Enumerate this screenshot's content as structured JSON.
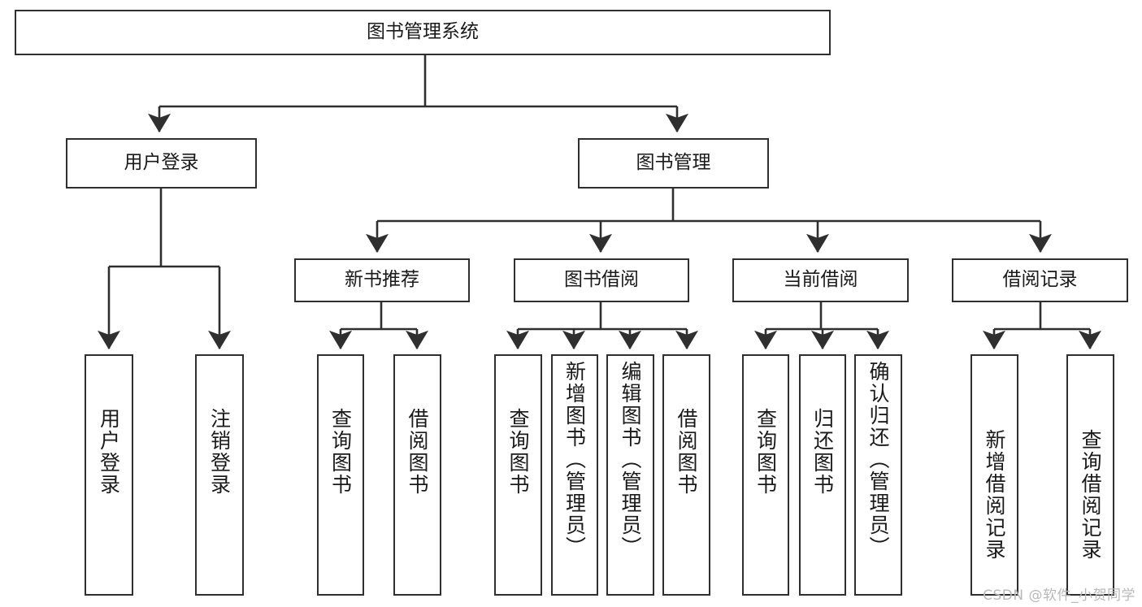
{
  "diagram": {
    "type": "tree-hierarchy",
    "title": "图书管理系统",
    "levels": 4,
    "root": {
      "id": "root",
      "label": "图书管理系统",
      "orientation": "horizontal"
    },
    "level2": [
      {
        "id": "user-login",
        "label": "用户登录",
        "orientation": "horizontal"
      },
      {
        "id": "book-management",
        "label": "图书管理",
        "orientation": "horizontal"
      }
    ],
    "level3": [
      {
        "id": "new-book-recommend",
        "label": "新书推荐",
        "orientation": "horizontal",
        "parent": "book-management"
      },
      {
        "id": "book-borrow",
        "label": "图书借阅",
        "orientation": "horizontal",
        "parent": "book-management"
      },
      {
        "id": "current-borrow",
        "label": "当前借阅",
        "orientation": "horizontal",
        "parent": "book-management"
      },
      {
        "id": "borrow-record",
        "label": "借阅记录",
        "orientation": "horizontal",
        "parent": "book-management"
      }
    ],
    "leaves": {
      "user_login": [
        {
          "id": "leaf-user-login",
          "label": "用户登录",
          "orientation": "vertical"
        },
        {
          "id": "leaf-logout-login",
          "label": "注销登录",
          "orientation": "vertical"
        }
      ],
      "new_book_recommend": [
        {
          "id": "leaf-query-book-1",
          "label": "查询图书",
          "orientation": "vertical"
        },
        {
          "id": "leaf-borrow-book-1",
          "label": "借阅图书",
          "orientation": "vertical"
        }
      ],
      "book_borrow": [
        {
          "id": "leaf-query-book-2",
          "label": "查询图书",
          "orientation": "vertical"
        },
        {
          "id": "leaf-add-book",
          "label": "新增图书（管理员）",
          "orientation": "vertical"
        },
        {
          "id": "leaf-edit-book",
          "label": "编辑图书（管理员）",
          "orientation": "vertical"
        },
        {
          "id": "leaf-borrow-book-2",
          "label": "借阅图书",
          "orientation": "vertical"
        }
      ],
      "current_borrow": [
        {
          "id": "leaf-query-book-3",
          "label": "查询图书",
          "orientation": "vertical"
        },
        {
          "id": "leaf-return-book",
          "label": "归还图书",
          "orientation": "vertical"
        },
        {
          "id": "leaf-confirm-return",
          "label": "确认归还（管理员）",
          "orientation": "vertical"
        }
      ],
      "borrow_record": [
        {
          "id": "leaf-add-record",
          "label": "新增借阅记录",
          "orientation": "vertical"
        },
        {
          "id": "leaf-query-record",
          "label": "查询借阅记录",
          "orientation": "vertical"
        }
      ]
    },
    "colors": {
      "box_border": "#2f2f2f",
      "box_fill": "#ffffff",
      "connector": "#333333",
      "text": "#1a1a1a",
      "watermark": "#b9b9b9",
      "background": "#ffffff"
    }
  },
  "watermark": {
    "text": "CSDN @软件_小贺同学"
  }
}
